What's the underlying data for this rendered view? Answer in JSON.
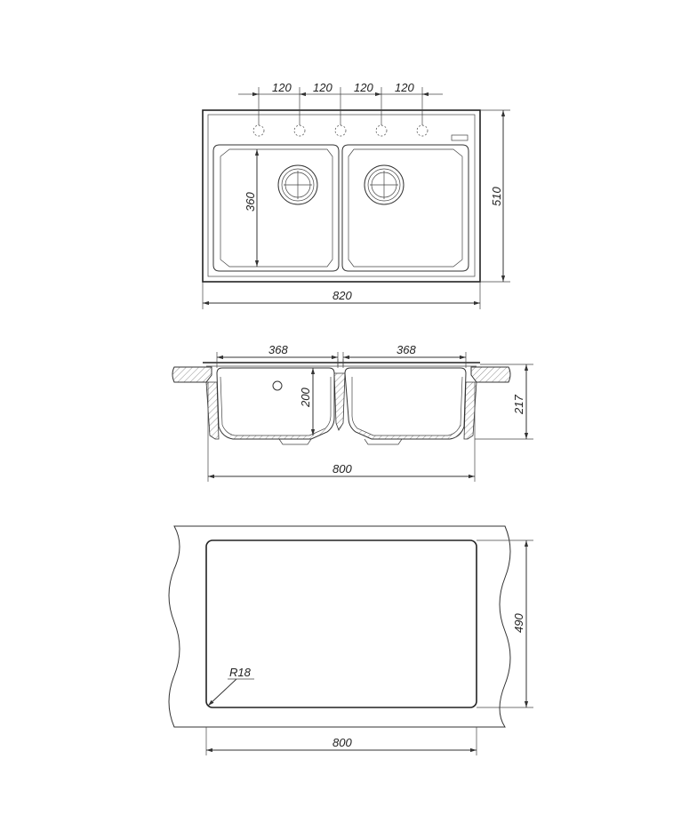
{
  "top_view": {
    "tap_spacing": [
      "120",
      "120",
      "120",
      "120"
    ],
    "bowl_depth": "360",
    "height": "510",
    "width": "820"
  },
  "section_view": {
    "left_bowl": "368",
    "right_bowl": "368",
    "bowl_height": "200",
    "total_height": "217",
    "width": "800"
  },
  "cutout_view": {
    "corner_radius": "R18",
    "height": "490",
    "width": "800"
  }
}
